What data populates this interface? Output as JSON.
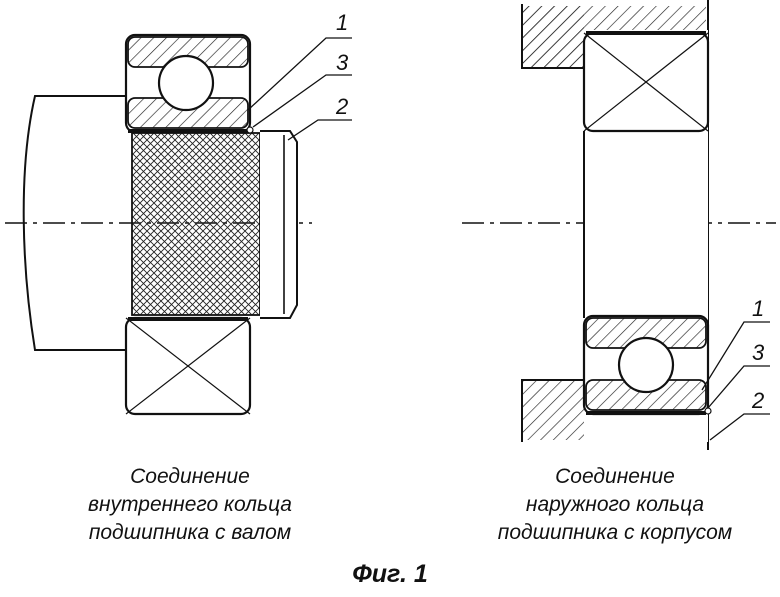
{
  "figure": {
    "title": "Фиг. 1"
  },
  "left_panel": {
    "caption_lines": [
      "Соединение",
      "внутреннего кольца",
      "подшипника с валом"
    ],
    "labels": [
      "1",
      "3",
      "2"
    ]
  },
  "right_panel": {
    "caption_lines": [
      "Соединение",
      "наружного кольца",
      "подшипника с корпусом"
    ],
    "labels": [
      "1",
      "3",
      "2"
    ]
  }
}
